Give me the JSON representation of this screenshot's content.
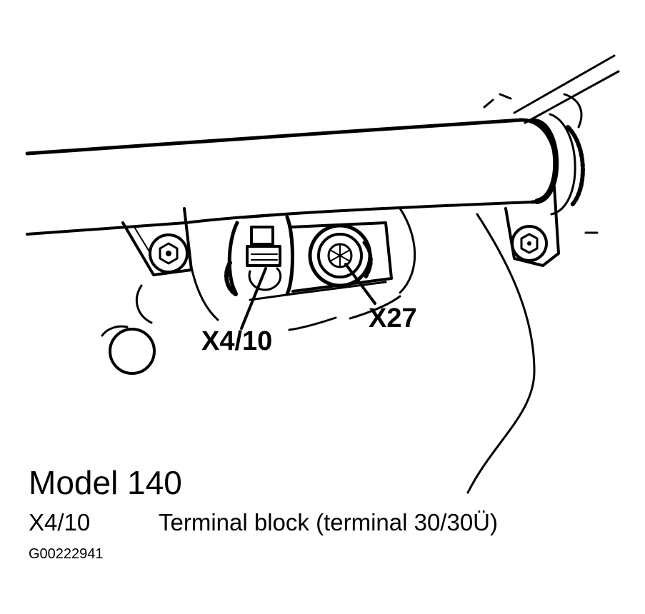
{
  "diagram": {
    "callouts": {
      "x4_10": "X4/10",
      "x27": "X27"
    }
  },
  "caption": {
    "title": "Model 140",
    "legend": [
      {
        "code": "X4/10",
        "description": "Terminal block (terminal 30/30Ü)"
      }
    ],
    "figure_id": "G00222941"
  },
  "colors": {
    "ink": "#000000",
    "paper": "#ffffff"
  }
}
